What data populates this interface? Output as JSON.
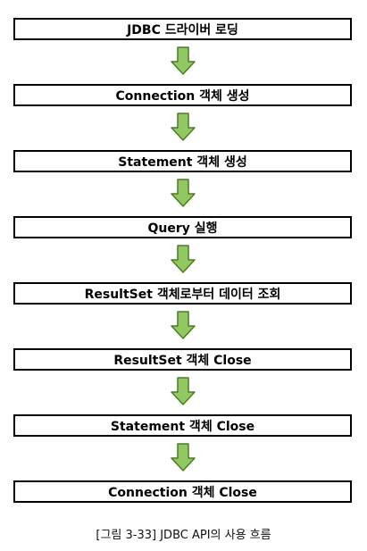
{
  "steps": [
    "JDBC 드라이버 로딩",
    "Connection 객체 생성",
    "Statement 객체 생성",
    "Query 실행",
    "ResultSet 객체로부터 데이터 조회",
    "ResultSet 객체 Close",
    "Statement 객체 Close",
    "Connection 객체 Close"
  ],
  "caption": "[그림 3-33] JDBC API의 사용 흐름",
  "colors": {
    "box_border": "#000000",
    "arrow_fill": "#92c862",
    "arrow_stroke": "#4e7a2a"
  }
}
